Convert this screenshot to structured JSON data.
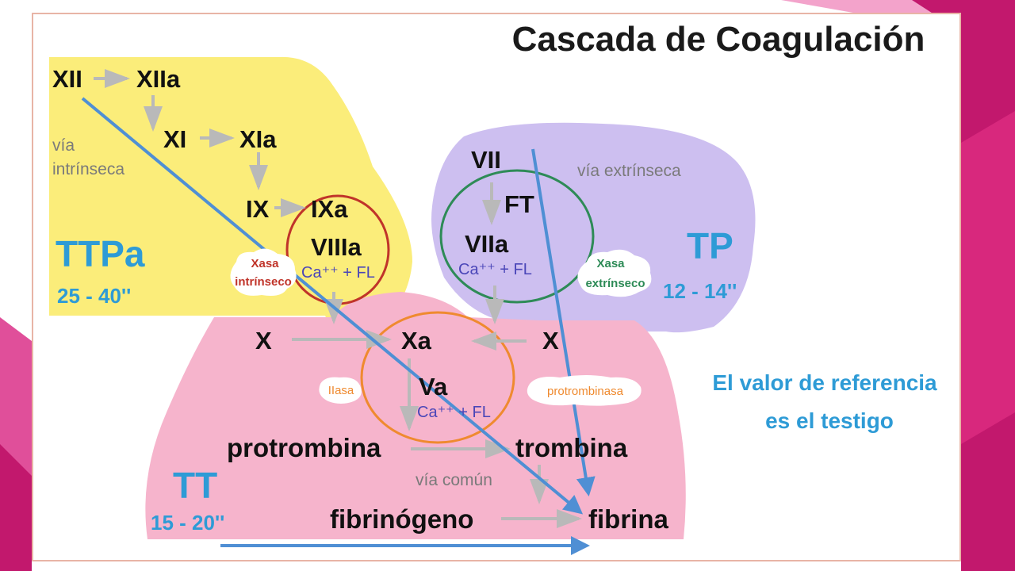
{
  "colors": {
    "slide_bg": "#ffffff",
    "side_magenta": "#c2186d",
    "side_pink": "#e04f9a",
    "side_light": "#f3a3cb",
    "frame_border": "#e8b4a6",
    "intrinsic_region": "#fbed7a",
    "extrinsic_region": "#cdbff0",
    "common_region": "#f6b4cc",
    "blue_label": "#2e9bd6",
    "blue_arrow": "#4f8fd4",
    "gray_arrow": "#b9b9b9",
    "red_circle": "#c0342a",
    "green_circle": "#2e8b57",
    "orange_circle": "#ef8a2f",
    "cofactor_text": "#4a46b8",
    "dark_text": "#111111",
    "gray_text": "#7a7a7a"
  },
  "title": "Cascada de Coagulación",
  "intrinsic": {
    "label": "vía intrínseca",
    "factors": {
      "xii": "XII",
      "xiia": "XIIa",
      "xi": "XI",
      "xia": "XIa",
      "ix": "IX",
      "ixa": "IXa",
      "viiia": "VIIIa"
    },
    "cofactors": "Ca⁺⁺ + FL",
    "complex_label_1": "Xasa",
    "complex_label_2": "intrínseco",
    "test_name": "TTPa",
    "test_range": "25 - 40''"
  },
  "extrinsic": {
    "label": "vía extrínseca",
    "factors": {
      "vii": "VII",
      "ft": "FT",
      "viia": "VIIa"
    },
    "cofactors": "Ca⁺⁺ + FL",
    "complex_label_1": "Xasa",
    "complex_label_2": "extrínseco",
    "test_name": "TP",
    "test_range": "12 - 14''"
  },
  "common": {
    "label": "vía común",
    "factors": {
      "x_left": "X",
      "x_right": "X",
      "xa": "Xa",
      "va": "Va",
      "protrombina": "protrombina",
      "trombina": "trombina",
      "fibrinogeno": "fibrinógeno",
      "fibrina": "fibrina"
    },
    "cofactors": "Ca⁺⁺ + FL",
    "iiasa": "IIasa",
    "protrombinasa": "protrombinasa",
    "test_name": "TT",
    "test_range": "15 - 20''"
  },
  "note": {
    "line1": "El valor de referencia",
    "line2": "es el testigo"
  },
  "icons": {
    "arrow": "arrow-icon",
    "circle": "complex-circle"
  }
}
